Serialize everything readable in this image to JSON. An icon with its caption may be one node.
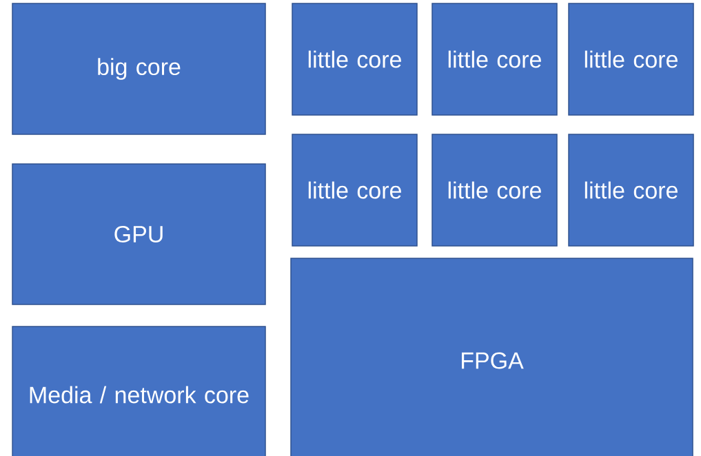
{
  "diagram": {
    "nodes": [
      {
        "text": [
          "big core"
        ]
      },
      {
        "text": [
          "GPU"
        ]
      },
      {
        "text": [
          "Media / network core"
        ]
      },
      {
        "text": [
          "little core"
        ]
      },
      {
        "text": [
          "little core"
        ]
      },
      {
        "text": [
          "little core"
        ]
      },
      {
        "text": [
          "little core"
        ]
      },
      {
        "text": [
          "little core"
        ]
      },
      {
        "text": [
          "little core"
        ]
      },
      {
        "text": [
          "FPGA"
        ]
      }
    ]
  }
}
